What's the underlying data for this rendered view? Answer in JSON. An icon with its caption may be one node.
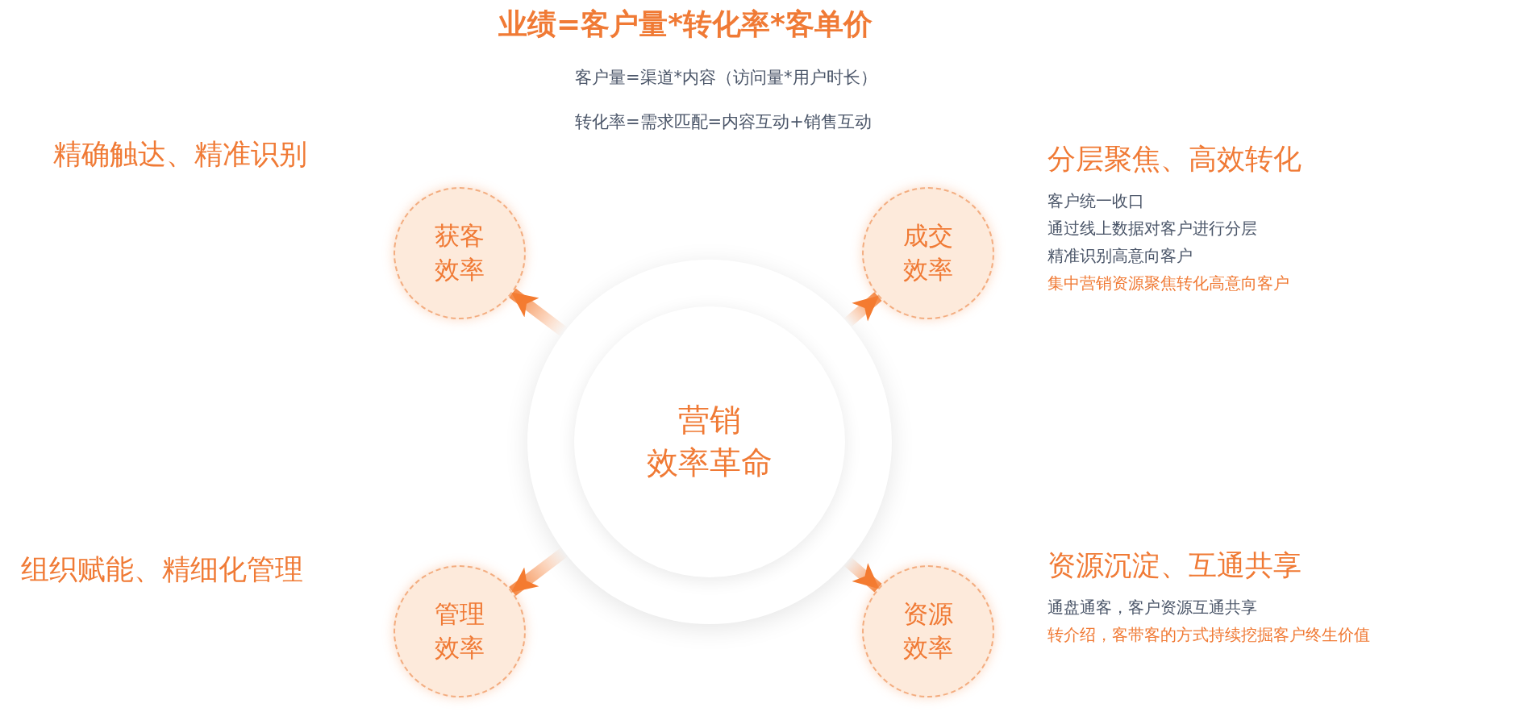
{
  "diagram": {
    "title": "业绩=客户量*转化率*客单价",
    "nodes": [
      {
        "text": [
          "营销",
          "效率革命"
        ]
      },
      {
        "text": [
          "获客效率"
        ],
        "beside": [
          "精确触达、精准识别"
        ]
      },
      {
        "text": [
          "成交效率"
        ],
        "beside": [
          "分层聚焦、高效转化",
          "客户统一收口",
          "通过线上数据对客户进行分层",
          "精准识别高意向客户",
          "集中营销资源聚焦转化高意向客户"
        ]
      },
      {
        "text": [
          "管理效率"
        ],
        "beside": [
          "组织赋能、精细化管理"
        ]
      },
      {
        "text": [
          "资源效率"
        ],
        "beside": [
          "资源沉淀、互通共享",
          "通盘通客，客户资源互通共享",
          "转介绍，客带客的方式持续挖掘客户终生价值"
        ]
      }
    ],
    "edges": [
      {
        "from": 0,
        "to": 1,
        "arrow": "to"
      },
      {
        "from": 0,
        "to": 2,
        "arrow": "to"
      },
      {
        "from": 0,
        "to": 3,
        "arrow": "to"
      },
      {
        "from": 0,
        "to": 4,
        "arrow": "to"
      }
    ],
    "labels": [
      "客户量=渠道*内容（访问量*用户时长）",
      "转化率=需求匹配=内容互动+销售互动"
    ]
  }
}
